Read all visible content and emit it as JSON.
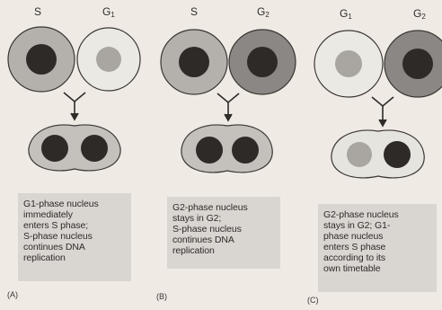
{
  "panels": [
    {
      "letter": "(A)",
      "top_cells": [
        {
          "label": "S",
          "sub": ""
        },
        {
          "label": "G",
          "sub": "1"
        }
      ],
      "caption": "G1-phase nucleus\nimmediately\nenters S phase;\nS-phase nucleus\ncontinues DNA\nreplication"
    },
    {
      "letter": "(B)",
      "top_cells": [
        {
          "label": "S",
          "sub": ""
        },
        {
          "label": "G",
          "sub": "2"
        }
      ],
      "caption": "G2-phase nucleus\nstays in G2;\nS-phase nucleus\ncontinues DNA\nreplication"
    },
    {
      "letter": "(C)",
      "top_cells": [
        {
          "label": "G",
          "sub": "1"
        },
        {
          "label": "G",
          "sub": "2"
        }
      ],
      "caption": "G2-phase nucleus\nstays in G2; G1-\nphase nucleus\nenters S phase\naccording to its\nown timetable"
    }
  ],
  "colors": {
    "background": "#efeae3",
    "s_cell": "#b4b1ad",
    "g1_cell": "#ebe9e4",
    "g2_cell": "#8a8784",
    "fused_cell": "#c4c1bd",
    "fused_cell_c": "#e6e4df",
    "nucleus_dark": "#2d2a28",
    "nucleus_light": "#a9a6a2",
    "caption_box": "#d9d6d2"
  }
}
